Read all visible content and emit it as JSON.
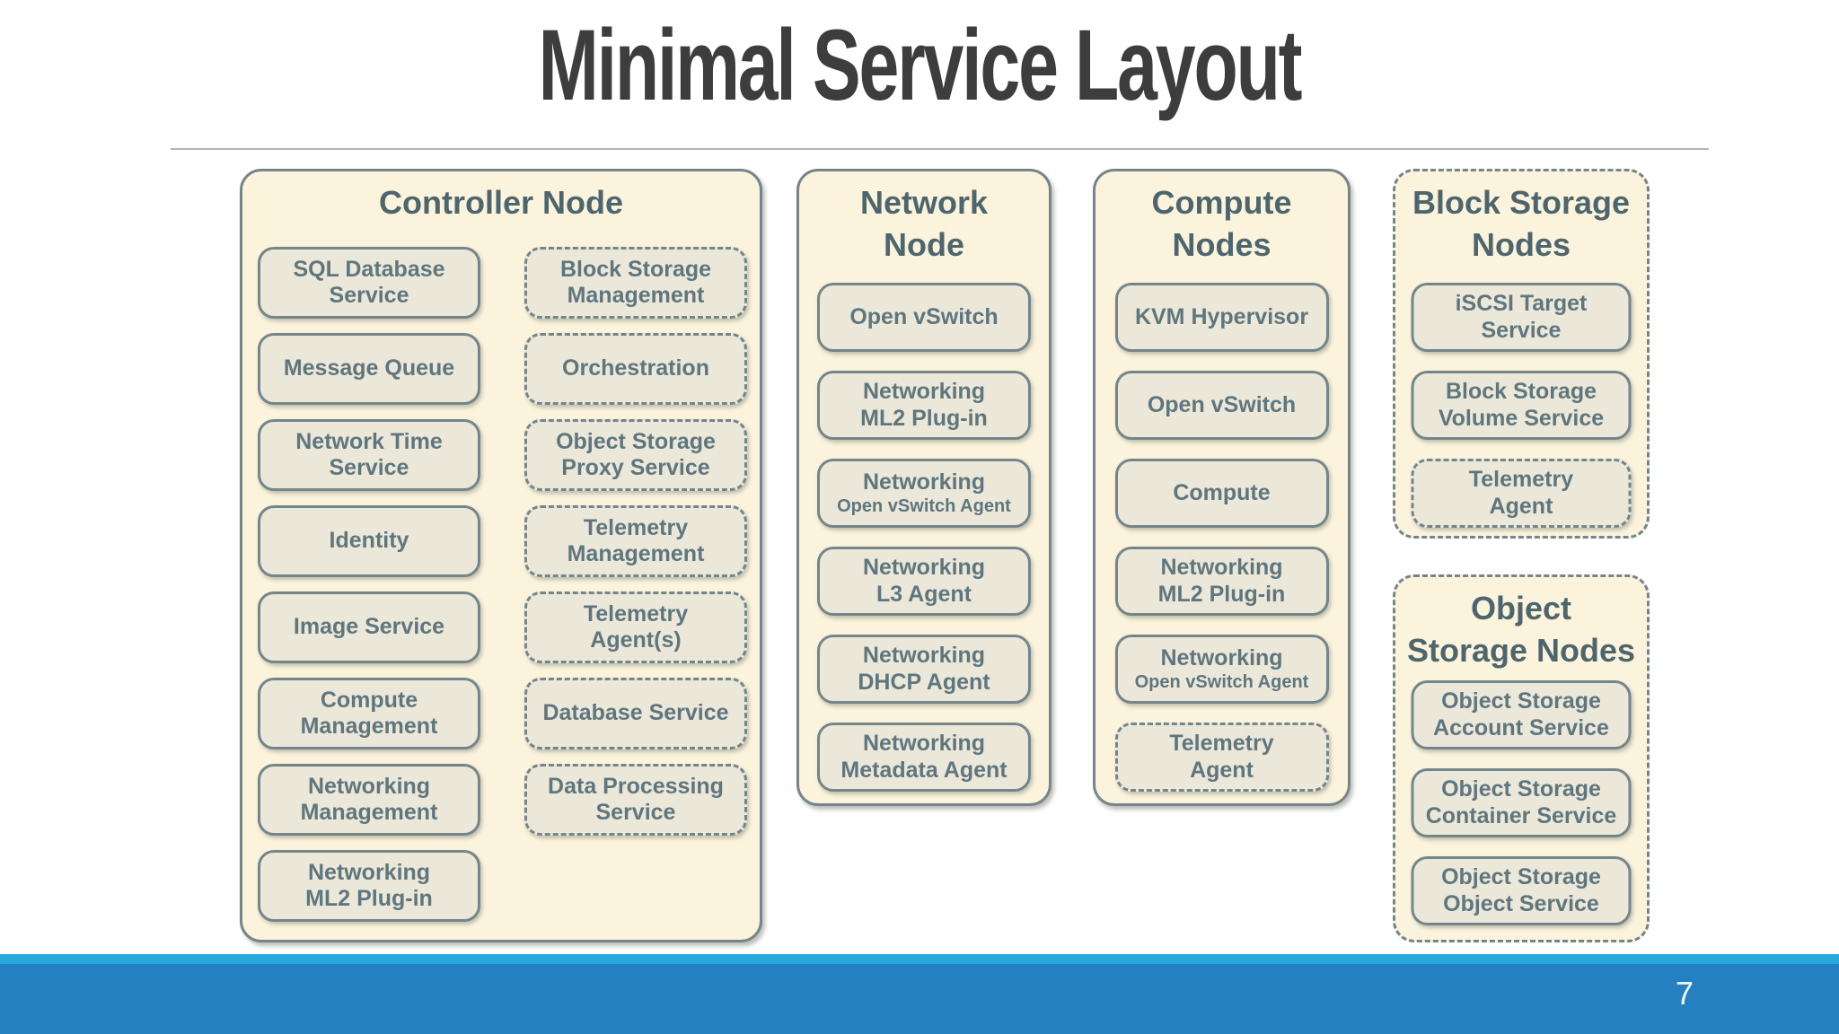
{
  "title": "Minimal Service Layout",
  "colors": {
    "title_text": "#3D3D3D",
    "divider": "#B3B3B3",
    "node_fill": "#FBF3DC",
    "box_fill": "#EBE8D9",
    "node_border": "#74868A",
    "group_title_text": "#4D666E",
    "box_text": "#5F767E",
    "footer_light_blue": "#29A9E0",
    "footer_dark_blue": "#2580C1"
  },
  "groups": [
    {
      "title": "Controller Node",
      "border": "solid",
      "columns": [
        {
          "boxes": [
            {
              "text": "SQL Database\nService",
              "border": "solid"
            },
            {
              "text": "Message Queue",
              "border": "solid"
            },
            {
              "text": "Network Time\nService",
              "border": "solid"
            },
            {
              "text": "Identity",
              "border": "solid"
            },
            {
              "text": "Image Service",
              "border": "solid"
            },
            {
              "text": "Compute\nManagement",
              "border": "solid"
            },
            {
              "text": "Networking\nManagement",
              "border": "solid"
            },
            {
              "text": "Networking\nML2 Plug-in",
              "border": "solid"
            }
          ]
        },
        {
          "boxes": [
            {
              "text": "Block Storage\nManagement",
              "border": "dashed"
            },
            {
              "text": "Orchestration",
              "border": "dashed"
            },
            {
              "text": "Object Storage\nProxy Service",
              "border": "dashed"
            },
            {
              "text": "Telemetry\nManagement",
              "border": "dashed"
            },
            {
              "text": "Telemetry\nAgent(s)",
              "border": "dashed"
            },
            {
              "text": "Database Service",
              "border": "dashed"
            },
            {
              "text": "Data Processing\nService",
              "border": "dashed"
            }
          ]
        }
      ]
    },
    {
      "title": "Network\nNode",
      "border": "solid",
      "boxes": [
        {
          "text": "Open vSwitch",
          "border": "solid"
        },
        {
          "text": "Networking\nML2 Plug-in",
          "border": "solid"
        },
        {
          "main": "Networking",
          "sub": "Open vSwitch Agent",
          "border": "solid"
        },
        {
          "text": "Networking\nL3 Agent",
          "border": "solid"
        },
        {
          "text": "Networking\nDHCP Agent",
          "border": "solid"
        },
        {
          "text": "Networking\nMetadata Agent",
          "border": "solid"
        }
      ]
    },
    {
      "title": "Compute\nNodes",
      "border": "solid",
      "boxes": [
        {
          "text": "KVM Hypervisor",
          "border": "solid"
        },
        {
          "text": "Open vSwitch",
          "border": "solid"
        },
        {
          "text": "Compute",
          "border": "solid"
        },
        {
          "text": "Networking\nML2 Plug-in",
          "border": "solid"
        },
        {
          "main": "Networking",
          "sub": "Open vSwitch Agent",
          "border": "solid"
        },
        {
          "text": "Telemetry\nAgent",
          "border": "dashed"
        }
      ]
    },
    {
      "title": "Block Storage\nNodes",
      "border": "dashed",
      "boxes": [
        {
          "text": "iSCSI Target\nService",
          "border": "solid"
        },
        {
          "text": "Block Storage\nVolume Service",
          "border": "solid"
        },
        {
          "text": "Telemetry\nAgent",
          "border": "dashed"
        }
      ]
    },
    {
      "title": "Object\nStorage Nodes",
      "border": "dashed",
      "boxes": [
        {
          "text": "Object Storage\nAccount Service",
          "border": "solid"
        },
        {
          "text": "Object Storage\nContainer Service",
          "border": "solid"
        },
        {
          "text": "Object Storage\nObject Service",
          "border": "solid"
        }
      ]
    }
  ],
  "footer": {
    "page_number": "7"
  }
}
